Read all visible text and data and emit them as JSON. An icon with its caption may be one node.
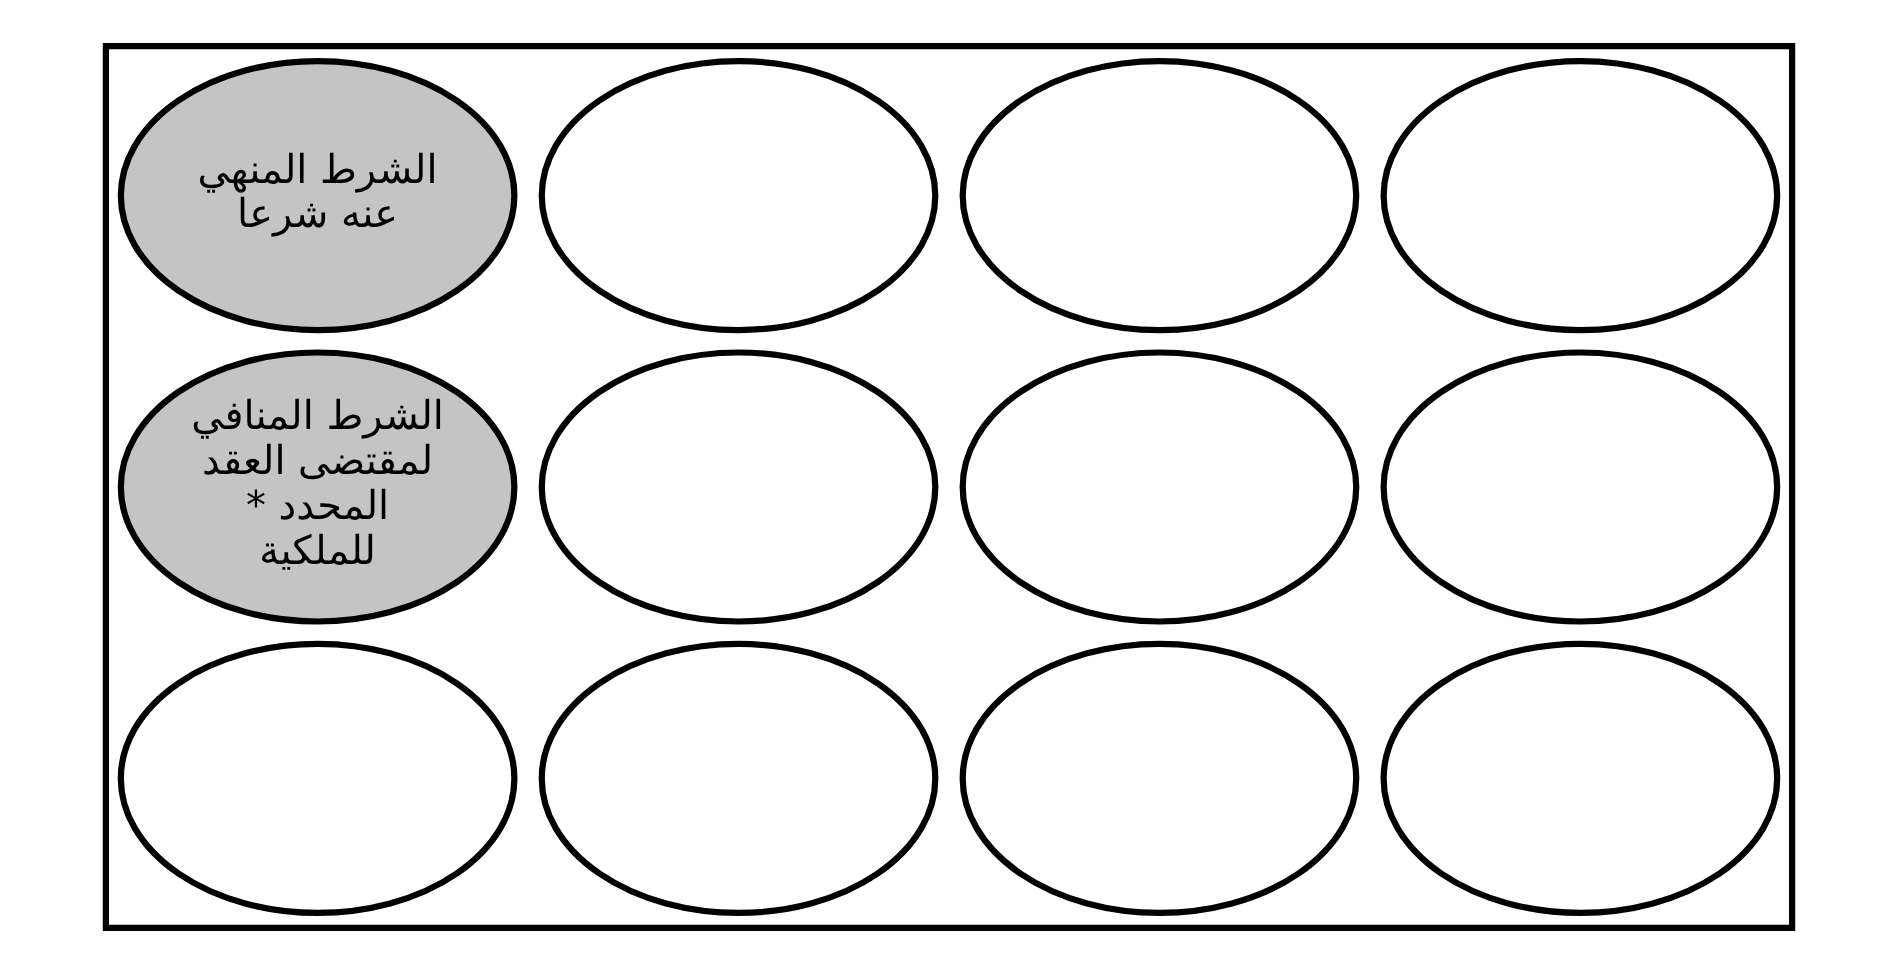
{
  "diagram": {
    "nodes": [
      {
        "text": [],
        "shape": "box"
      },
      {
        "text": [
          "الشرط المنهي عنه شرعا"
        ],
        "in": 0
      },
      {
        "text": [],
        "shape": "ellipse",
        "in": 0
      },
      {
        "text": [],
        "shape": "ellipse",
        "in": 0
      },
      {
        "text": [],
        "shape": "ellipse",
        "in": 0
      },
      {
        "text": [
          "الشرط المنافي لمقتضى العقد",
          "* المحدد للملكية"
        ],
        "in": 0
      },
      {
        "text": [],
        "shape": "ellipse",
        "in": 0
      },
      {
        "text": [],
        "shape": "ellipse",
        "in": 0
      },
      {
        "text": [],
        "shape": "ellipse",
        "in": 0
      },
      {
        "text": [],
        "shape": "ellipse",
        "in": 0
      },
      {
        "text": [],
        "shape": "ellipse",
        "in": 0
      },
      {
        "text": [],
        "shape": "ellipse",
        "in": 0
      },
      {
        "text": [],
        "shape": "ellipse",
        "in": 0
      }
    ]
  }
}
